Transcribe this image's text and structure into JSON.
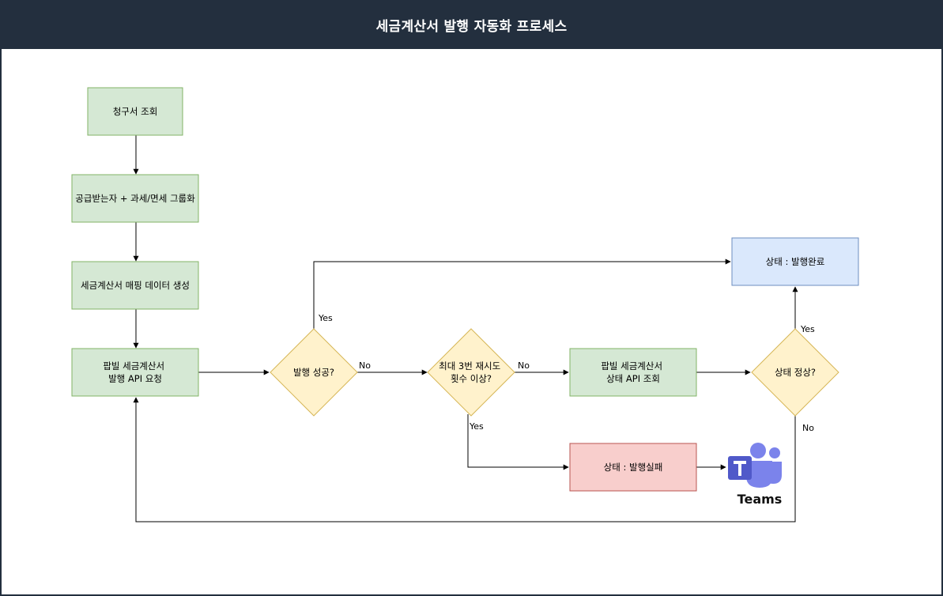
{
  "header": {
    "title": "세금계산서 발행 자동화 프로세스"
  },
  "colors": {
    "header_bg": "#232f3e",
    "process_fill": "#d5e8d4",
    "process_stroke": "#82b366",
    "decision_fill": "#fff2cc",
    "decision_stroke": "#d6b656",
    "success_fill": "#dae8fc",
    "success_stroke": "#6c8ebf",
    "fail_fill": "#f8cecc",
    "fail_stroke": "#b85450",
    "teams_purple": "#5059c9",
    "teams_violet": "#7b83eb"
  },
  "nodes": {
    "invoice_lookup": {
      "lines": [
        "청구서 조회"
      ]
    },
    "grouping": {
      "lines": [
        "공급받는자 + 과세/면세 그룹화"
      ]
    },
    "mapping": {
      "lines": [
        "세금계산서 매핑 데이터 생성"
      ]
    },
    "issue_request": {
      "lines": [
        "팝빌 세금계산서",
        "발행 API 요청"
      ]
    },
    "issue_success_check": {
      "lines": [
        "발행 성공?"
      ]
    },
    "retry_check": {
      "lines": [
        "최대 3번 재시도",
        "횟수 이상?"
      ]
    },
    "status_api": {
      "lines": [
        "팝빌 세금계산서",
        "상태 API 조회"
      ]
    },
    "status_ok_check": {
      "lines": [
        "상태 정상?"
      ]
    },
    "status_done": {
      "lines": [
        "상태 : 발행완료"
      ]
    },
    "status_failed": {
      "lines": [
        "상태 : 발행실패"
      ]
    }
  },
  "edge_labels": {
    "issue_yes": "Yes",
    "issue_no": "No",
    "retry_no": "No",
    "retry_yes": "Yes",
    "status_yes": "Yes",
    "status_no": "No"
  },
  "teams": {
    "label": "Teams",
    "icon": "microsoft-teams-icon"
  }
}
